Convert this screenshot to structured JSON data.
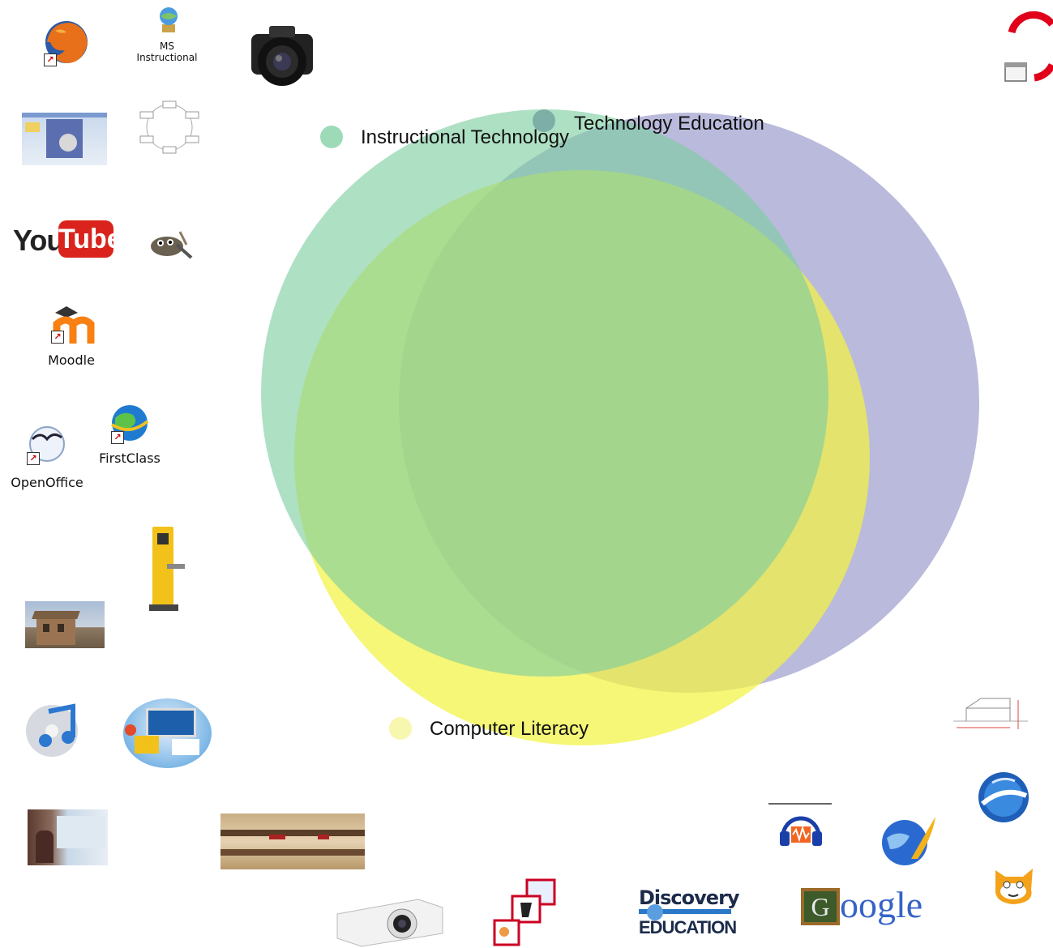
{
  "colors": {
    "instructional": "#7ccda0",
    "technology_ed": "#8c8cc4",
    "computer_lit": "#f2f242"
  },
  "venn": {
    "sets": [
      {
        "name": "Instructional Technology",
        "color": "#7ccda0"
      },
      {
        "name": "Technology Education",
        "color": "#8c8cc4"
      },
      {
        "name": "Computer Literacy",
        "color": "#f2f242"
      }
    ]
  },
  "icons": {
    "ms_instructional": "MS Instructional",
    "ms_line1": "MS",
    "ms_line2": "Instructional",
    "moodle": "Moodle",
    "openoffice": "OpenOffice",
    "firstclass": "FirstClass",
    "youtube_you": "You",
    "youtube_tube": "Tube",
    "discovery_line1": "Discovery",
    "discovery_line2": "EDUCATION",
    "google": "oogle"
  }
}
